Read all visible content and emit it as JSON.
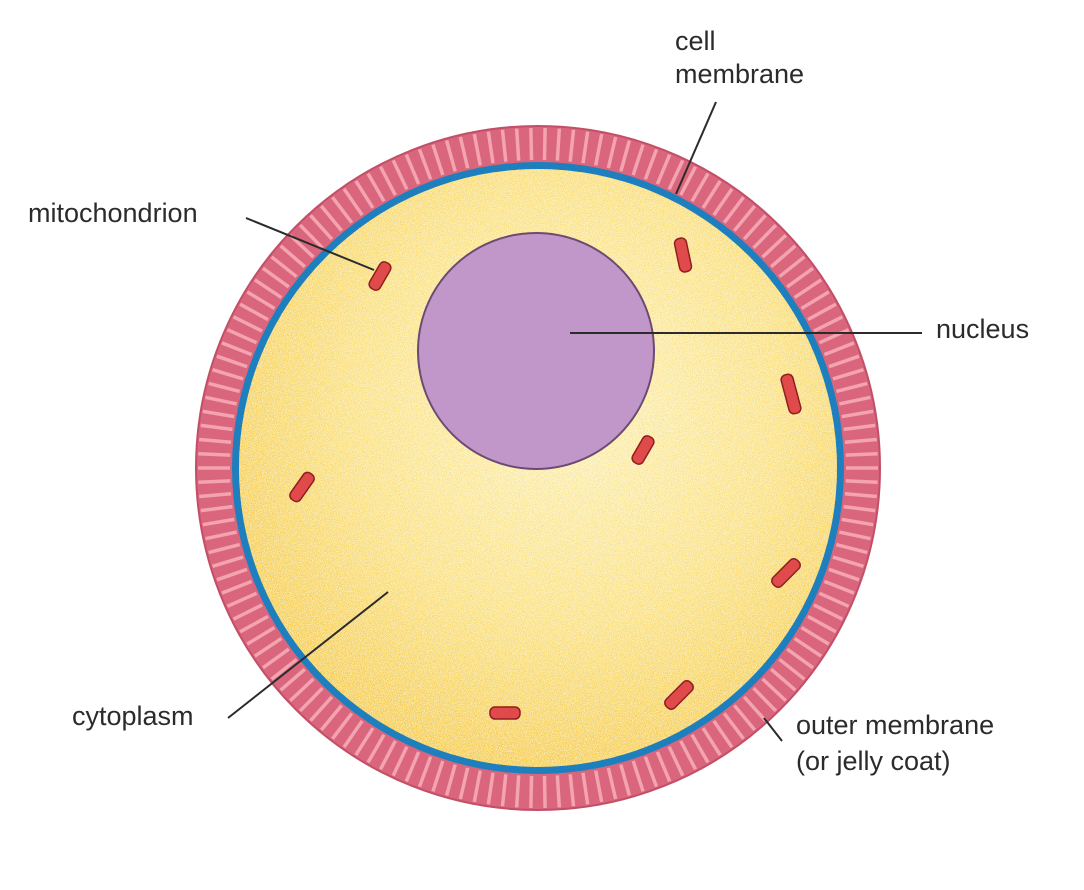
{
  "labels": {
    "cell_membrane_line1": "cell",
    "cell_membrane_line2": "membrane",
    "mitochondrion": "mitochondrion",
    "nucleus": "nucleus",
    "cytoplasm": "cytoplasm",
    "outer_membrane_line1": "outer membrane",
    "outer_membrane_line2": "(or jelly coat)"
  },
  "colors": {
    "jelly_coat": "#d9667c",
    "jelly_stripe": "#f4a3b0",
    "cell_membrane": "#1e7fbf",
    "cytoplasm": "#f7cf48",
    "cytoplasm_light": "#fff5c2",
    "nucleus": "#c196c8",
    "mitochondrion": "#e04a4a"
  }
}
